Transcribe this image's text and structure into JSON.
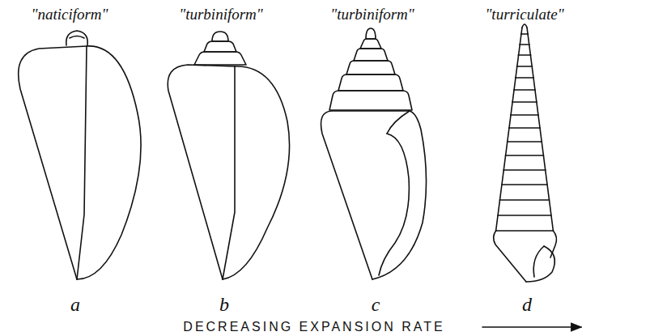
{
  "diagram": {
    "labels": [
      "\"naticiform\"",
      "\"turbiniform\"",
      "\"turbiniform\"",
      "\"turriculate\"",
      "a",
      "b",
      "c",
      "d",
      "DECREASING EXPANSION RATE"
    ]
  }
}
